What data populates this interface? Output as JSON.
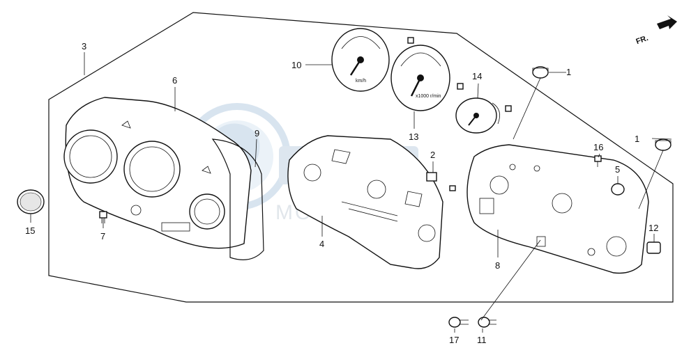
{
  "diagram": {
    "watermark": {
      "text": "MOTOPARTS"
    },
    "direction_label": "FR.",
    "dial_markings": {
      "tach_unit": "km/h",
      "speedo_unit": "x1000 r/min"
    },
    "callouts": [
      {
        "id": "c1a",
        "label": "1"
      },
      {
        "id": "c1b",
        "label": "1"
      },
      {
        "id": "c2",
        "label": "2"
      },
      {
        "id": "c3",
        "label": "3"
      },
      {
        "id": "c4",
        "label": "4"
      },
      {
        "id": "c5",
        "label": "5"
      },
      {
        "id": "c6",
        "label": "6"
      },
      {
        "id": "c7",
        "label": "7"
      },
      {
        "id": "c8",
        "label": "8"
      },
      {
        "id": "c9",
        "label": "9"
      },
      {
        "id": "c10",
        "label": "10"
      },
      {
        "id": "c11",
        "label": "11"
      },
      {
        "id": "c12",
        "label": "12"
      },
      {
        "id": "c13",
        "label": "13"
      },
      {
        "id": "c14",
        "label": "14"
      },
      {
        "id": "c15",
        "label": "15"
      },
      {
        "id": "c16",
        "label": "16"
      },
      {
        "id": "c17",
        "label": "17"
      }
    ]
  }
}
